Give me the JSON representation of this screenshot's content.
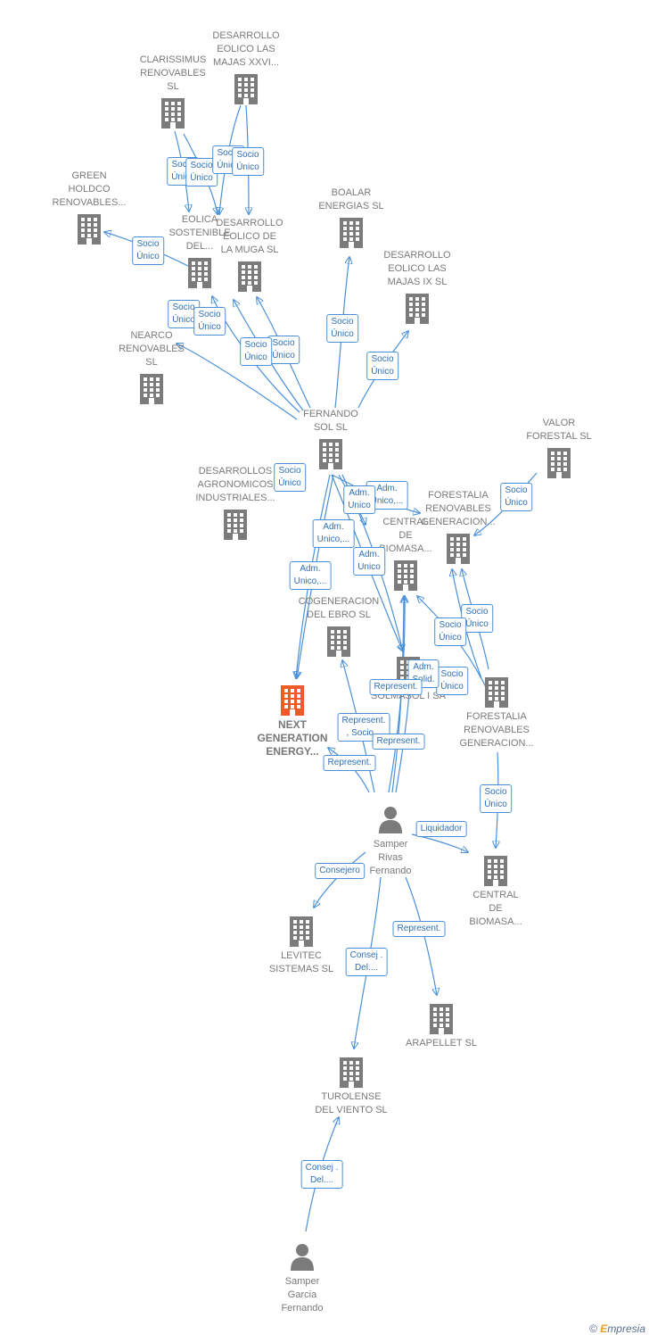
{
  "nodes": [
    {
      "id": "desarrollo_xxvi",
      "label": "DESARROLLO\nEOLICO LAS\nMAJAS XXVI...",
      "kind": "company"
    },
    {
      "id": "clarissimus",
      "label": "CLARISSIMUS\nRENOVABLES\nSL",
      "kind": "company"
    },
    {
      "id": "green_holdco",
      "label": "GREEN\nHOLDCO\nRENOVABLES...",
      "kind": "company"
    },
    {
      "id": "eolica_sostenible",
      "label": "EOLICA\nSOSTENIBLE\nDEL...",
      "kind": "company"
    },
    {
      "id": "desarrollo_muga",
      "label": "DESARROLLO\nEOLICO DE\nLA MUGA SL",
      "kind": "company"
    },
    {
      "id": "boalar",
      "label": "BOALAR\nENERGIAS SL",
      "kind": "company"
    },
    {
      "id": "desarrollo_ix",
      "label": "DESARROLLO\nEOLICO LAS\nMAJAS IX SL",
      "kind": "company"
    },
    {
      "id": "nearco",
      "label": "NEARCO\nRENOVABLES\nSL",
      "kind": "company"
    },
    {
      "id": "fernando_sol",
      "label": "FERNANDO\nSOL SL",
      "kind": "company"
    },
    {
      "id": "valor_forestal",
      "label": "VALOR\nFORESTAL SL",
      "kind": "company"
    },
    {
      "id": "desarrollos_agro",
      "label": "DESARROLLOS\nAGRONOMICOS\nINDUSTRIALES...",
      "kind": "company"
    },
    {
      "id": "forestalia_top",
      "label": "FORESTALIA\nRENOVABLES\nGENERACION...",
      "kind": "company"
    },
    {
      "id": "central_biomasa_top",
      "label": "CENTRAL\nDE\nBIOMASA...",
      "kind": "company"
    },
    {
      "id": "cogeneracion",
      "label": "COGENERACION\nDEL EBRO SL",
      "kind": "company"
    },
    {
      "id": "solmasol",
      "label": "SOLMASOL I SA",
      "kind": "company"
    },
    {
      "id": "next_generation",
      "label": "NEXT\nGENERATION\nENERGY...",
      "kind": "company_focus"
    },
    {
      "id": "forestalia_bottom",
      "label": "FORESTALIA\nRENOVABLES\nGENERACION...",
      "kind": "company"
    },
    {
      "id": "samper_rivas",
      "label": "Samper\nRivas\nFernando",
      "kind": "person"
    },
    {
      "id": "central_biomasa_bottom",
      "label": "CENTRAL\nDE\nBIOMASA...",
      "kind": "company"
    },
    {
      "id": "levitec",
      "label": "LEVITEC\nSISTEMAS SL",
      "kind": "company"
    },
    {
      "id": "arapellet",
      "label": "ARAPELLET SL",
      "kind": "company"
    },
    {
      "id": "turolense",
      "label": "TUROLENSE\nDEL VIENTO SL",
      "kind": "company"
    },
    {
      "id": "samper_garcia",
      "label": "Samper\nGarcia\nFernando",
      "kind": "person"
    }
  ],
  "edges": [
    {
      "from": "fernando_sol",
      "to": "boalar",
      "label": "Socio\nÚnico"
    },
    {
      "from": "fernando_sol",
      "to": "desarrollo_ix",
      "label": "Socio\nÚnico"
    },
    {
      "from": "fernando_sol",
      "to": "desarrollo_muga",
      "label": "Socio\nÚnico"
    },
    {
      "from": "fernando_sol",
      "to": "eolica_sostenible",
      "label": "Socio\nÚnico"
    },
    {
      "from": "fernando_sol",
      "to": "eolica_sostenible",
      "label": "Socio\nÚnico"
    },
    {
      "from": "fernando_sol",
      "to": "nearco",
      "label": "Socio\nÚnico"
    },
    {
      "from": "clarissimus",
      "to": "eolica_sostenible",
      "label": "Socio\nÚnico"
    },
    {
      "from": "clarissimus",
      "to": "desarrollo_muga",
      "label": "Socio\nÚnico"
    },
    {
      "from": "desarrollo_xxvi",
      "to": "eolica_sostenible",
      "label": "Socio\nÚnico"
    },
    {
      "from": "desarrollo_xxvi",
      "to": "desarrollo_muga",
      "label": "Socio\nÚnico"
    },
    {
      "from": "eolica_sostenible",
      "to": "green_holdco",
      "label": "Socio\nÚnico"
    },
    {
      "from": "fernando_sol",
      "to": "next_generation",
      "label": "Socio\nÚnico"
    },
    {
      "from": "fernando_sol",
      "to": "central_biomasa_top",
      "label": "Adm.\nUnico,..."
    },
    {
      "from": "fernando_sol",
      "to": "central_biomasa_top",
      "label": "Adm.\nUnico"
    },
    {
      "from": "fernando_sol",
      "to": "solmasol",
      "label": "Adm.\nUnico,..."
    },
    {
      "from": "fernando_sol",
      "to": "solmasol",
      "label": "Adm.\nUnico"
    },
    {
      "from": "fernando_sol",
      "to": "next_generation",
      "label": "Adm.\nUnico,..."
    },
    {
      "from": "valor_forestal",
      "to": "forestalia_top",
      "label": "Socio\nÚnico"
    },
    {
      "from": "forestalia_bottom",
      "to": "forestalia_top",
      "label": "Socio\nÚnico"
    },
    {
      "from": "forestalia_bottom",
      "to": "forestalia_top",
      "label": "Socio\nÚnico"
    },
    {
      "from": "forestalia_bottom",
      "to": "central_biomasa_top",
      "label": "Socio\nÚnico"
    },
    {
      "from": "samper_rivas",
      "to": "solmasol",
      "label": "Adm.\nSolid."
    },
    {
      "from": "samper_rivas",
      "to": "central_biomasa_top",
      "label": "Represent."
    },
    {
      "from": "samper_rivas",
      "to": "cogeneracion",
      "label": "Represent.\n, Socio..."
    },
    {
      "from": "samper_rivas",
      "to": "solmasol",
      "label": "Represent."
    },
    {
      "from": "samper_rivas",
      "to": "next_generation",
      "label": "Represent."
    },
    {
      "from": "forestalia_bottom",
      "to": "central_biomasa_bottom",
      "label": "Socio\nÚnico"
    },
    {
      "from": "samper_rivas",
      "to": "central_biomasa_bottom",
      "label": "Liquidador"
    },
    {
      "from": "samper_rivas",
      "to": "levitec",
      "label": "Consejero"
    },
    {
      "from": "samper_rivas",
      "to": "arapellet",
      "label": "Represent."
    },
    {
      "from": "samper_rivas",
      "to": "turolense",
      "label": "Consej .\nDel...."
    },
    {
      "from": "samper_garcia",
      "to": "turolense",
      "label": "Consej .\nDel...."
    }
  ],
  "footer": {
    "copyright": "©",
    "brand_first": "E",
    "brand_rest": "mpresia"
  },
  "colors": {
    "edge": "#4a90d9",
    "company": "#7b7b7b",
    "focus": "#f05a28",
    "person": "#7b7b7b"
  }
}
